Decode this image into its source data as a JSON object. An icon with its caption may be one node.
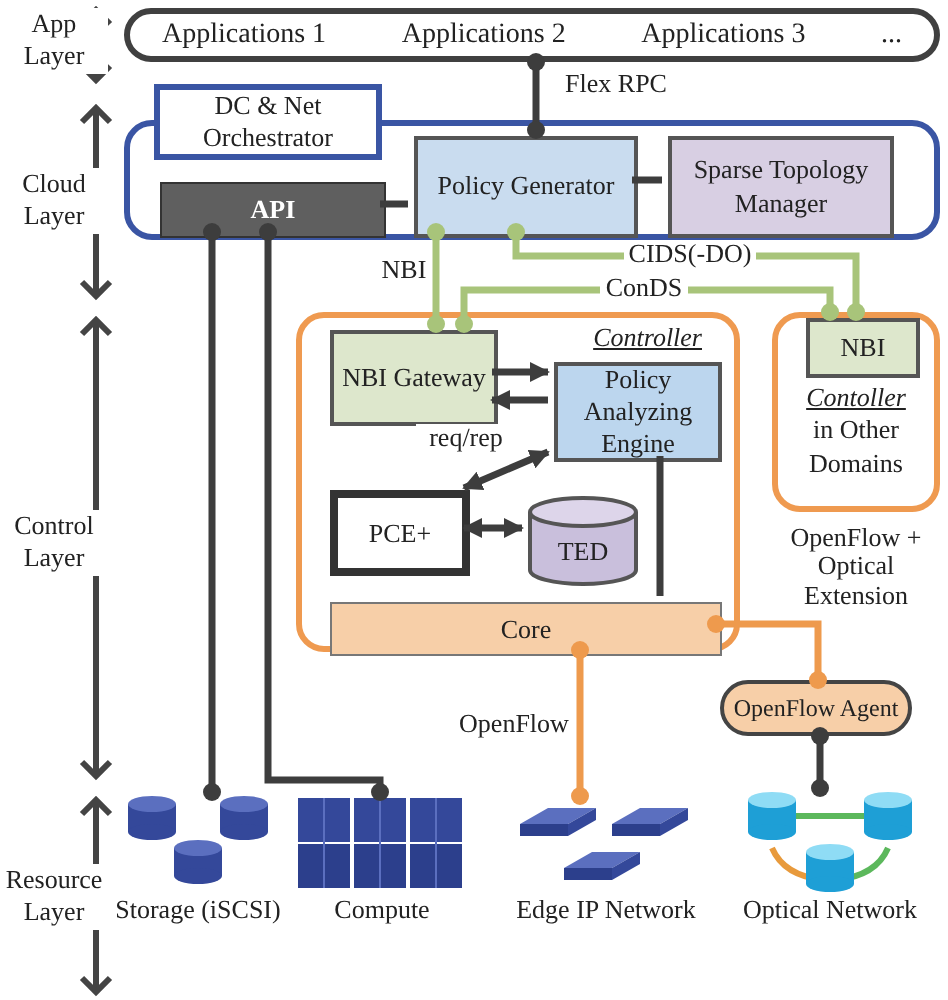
{
  "diagram": {
    "nodes": [
      {
        "text": [
          "Applications 1",
          "Applications 2",
          "Applications 3",
          "..."
        ]
      },
      {
        "text": [],
        "shape": "box"
      },
      {
        "text": [
          "DC & Net Orchestrator"
        ]
      },
      {
        "text": [
          "API"
        ],
        "in": 1
      },
      {
        "text": [
          "Policy Generator"
        ],
        "in": 1
      },
      {
        "text": [
          "Sparse Topology Manager"
        ],
        "in": 1
      },
      {
        "text": [
          "Controller"
        ]
      },
      {
        "text": [
          "NBI Gateway"
        ],
        "in": 6
      },
      {
        "text": [
          "Policy Analyzing Engine"
        ],
        "in": 6
      },
      {
        "text": [
          "PCE+"
        ],
        "in": 6
      },
      {
        "text": [
          "TED"
        ],
        "in": 6
      },
      {
        "text": [
          "Core"
        ],
        "in": 6
      },
      {
        "text": [
          "Contoller",
          "in Other Domains"
        ]
      },
      {
        "text": [
          "NBI"
        ],
        "in": 12
      },
      {
        "text": [
          "OpenFlow Agent"
        ]
      },
      {
        "text": [],
        "shape": "picture",
        "beside": [
          "Storage (iSCSI)"
        ]
      },
      {
        "text": [],
        "shape": "picture",
        "beside": [
          "Compute"
        ]
      },
      {
        "text": [],
        "shape": "picture",
        "beside": [
          "Edge IP Network"
        ]
      },
      {
        "text": [],
        "shape": "picture",
        "beside": [
          "Optical Network"
        ]
      }
    ],
    "edges": [
      {
        "from": 0,
        "to": 4,
        "arrow": "other",
        "label": "Flex RPC"
      },
      {
        "from": 3,
        "to": 4,
        "arrow": "none"
      },
      {
        "from": 4,
        "to": 5,
        "arrow": "none"
      },
      {
        "from": 4,
        "to": 7,
        "arrow": "other",
        "label": "NBI",
        "color": "#a8c47a"
      },
      {
        "from": 4,
        "to": 13,
        "arrow": "other",
        "label": "CIDS(-DO)",
        "color": "#a8c47a"
      },
      {
        "from": 7,
        "to": 13,
        "arrow": "other",
        "label": "ConDS",
        "color": "#a8c47a"
      },
      {
        "from": 7,
        "to": 8,
        "arrow": "to"
      },
      {
        "from": 8,
        "to": 7,
        "arrow": "to"
      },
      {
        "from": 8,
        "to": 9,
        "arrow": "both",
        "label": "req/rep"
      },
      {
        "from": 9,
        "to": 10,
        "arrow": "both"
      },
      {
        "from": 8,
        "to": 11,
        "arrow": "none"
      },
      {
        "from": 11,
        "to": 14,
        "arrow": "other",
        "label": "OpenFlow + Optical Extension",
        "color": "#ee9a4d"
      },
      {
        "from": 11,
        "to": 17,
        "arrow": "other",
        "label": "OpenFlow",
        "color": "#ee9a4d"
      },
      {
        "from": 14,
        "to": 18,
        "arrow": "other"
      },
      {
        "from": 3,
        "to": 15,
        "arrow": "other"
      },
      {
        "from": 3,
        "to": 16,
        "arrow": "other"
      }
    ],
    "labels": [
      "App Layer",
      "Cloud Layer",
      "Control Layer",
      "Resource Layer"
    ]
  }
}
